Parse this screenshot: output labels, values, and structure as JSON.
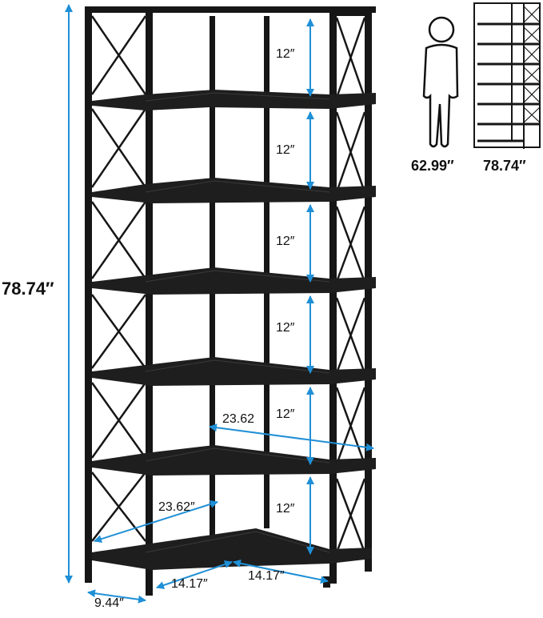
{
  "dimensions": {
    "total_height": "78.74″",
    "shelf_gaps": [
      "12″",
      "12″",
      "12″",
      "12″",
      "12″",
      "12″"
    ],
    "diagonal_upper": "23.62",
    "diagonal_lower": "23.62″",
    "depth": "9.44″",
    "side_left": "14.17″",
    "side_right": "14.17″"
  },
  "comparison": {
    "person_height": "62.99″",
    "shelf_height": "78.74″"
  },
  "colors": {
    "measure": "#1f8fd6",
    "frame": "#161616",
    "shelf_top": "#222222",
    "outline": "#000000"
  }
}
